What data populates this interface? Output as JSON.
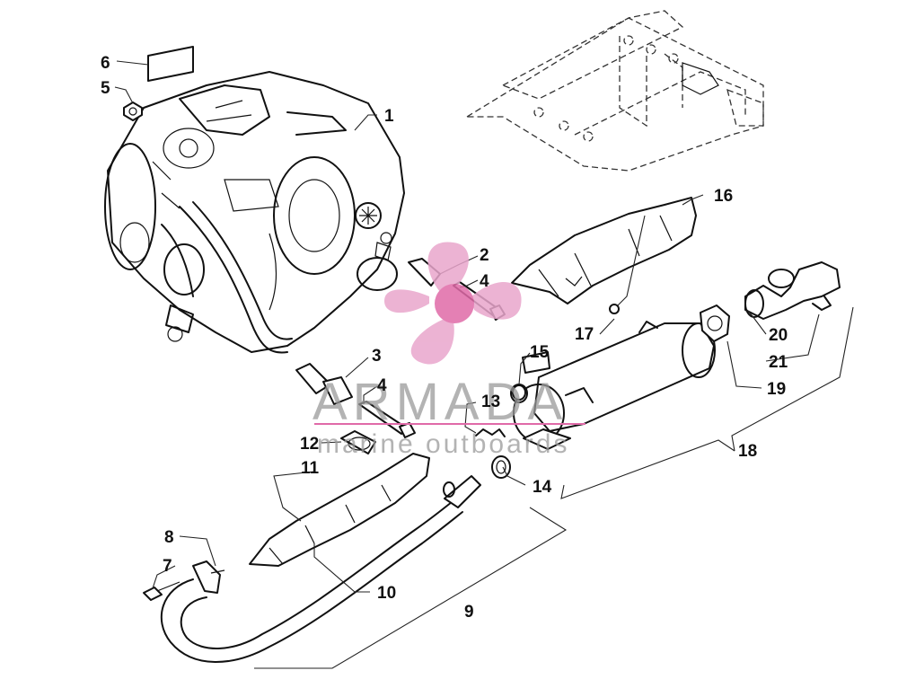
{
  "diagram": {
    "callouts": [
      {
        "id": "c1",
        "label": "1"
      },
      {
        "id": "c2",
        "label": "2"
      },
      {
        "id": "c3",
        "label": "3"
      },
      {
        "id": "c4a",
        "label": "4"
      },
      {
        "id": "c4b",
        "label": "4"
      },
      {
        "id": "c5",
        "label": "5"
      },
      {
        "id": "c6",
        "label": "6"
      },
      {
        "id": "c7",
        "label": "7"
      },
      {
        "id": "c8",
        "label": "8"
      },
      {
        "id": "c9",
        "label": "9"
      },
      {
        "id": "c10",
        "label": "10"
      },
      {
        "id": "c11",
        "label": "11"
      },
      {
        "id": "c12",
        "label": "12"
      },
      {
        "id": "c13",
        "label": "13"
      },
      {
        "id": "c14",
        "label": "14"
      },
      {
        "id": "c15",
        "label": "15"
      },
      {
        "id": "c16",
        "label": "16"
      },
      {
        "id": "c17",
        "label": "17"
      },
      {
        "id": "c18",
        "label": "18"
      },
      {
        "id": "c19",
        "label": "19"
      },
      {
        "id": "c20",
        "label": "20"
      },
      {
        "id": "c21",
        "label": "21"
      }
    ]
  },
  "watermark": {
    "title": "ARMADA",
    "subtitle": "marine outboards",
    "logo_color": "#e9a6cc",
    "accent_color": "#e06aa8",
    "text_color": "#9a9a9a"
  }
}
